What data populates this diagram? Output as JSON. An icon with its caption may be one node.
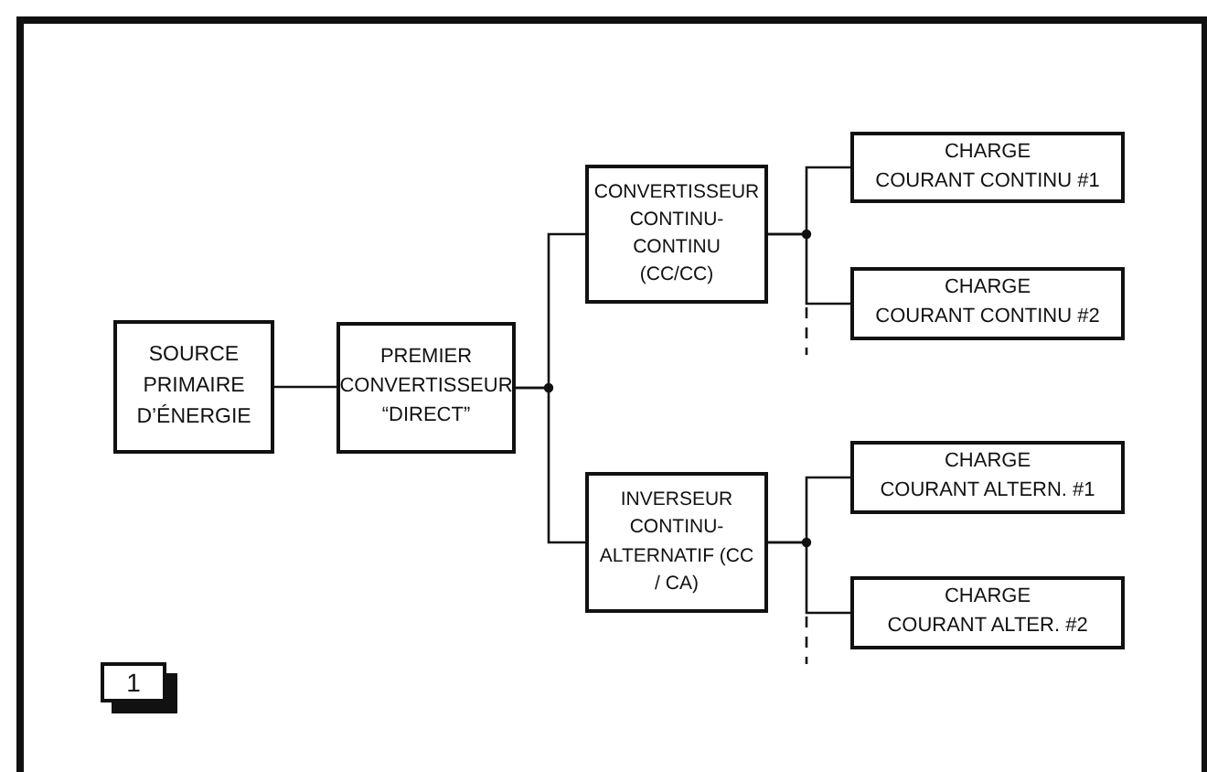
{
  "diagram": {
    "nodes": [
      {
        "text": [
          "SOURCE PRIMAIRE D’ÉNERGIE"
        ]
      },
      {
        "text": [
          "PREMIER CONVERTISSEUR “DIRECT”"
        ]
      },
      {
        "text": [
          "CONVERTISSEUR CONTINU- CONTINU (CC/CC)"
        ]
      },
      {
        "text": [
          "INVERSEUR CONTINU- ALTERNATIF (CC / CA)"
        ]
      },
      {
        "text": [
          "CHARGE",
          "COURANT CONTINU #1"
        ]
      },
      {
        "text": [
          "CHARGE",
          "COURANT CONTINU #2"
        ]
      },
      {
        "text": [
          "CHARGE",
          "COURANT ALTERN. #1"
        ]
      },
      {
        "text": [
          "CHARGE",
          "COURANT ALTER. #2"
        ]
      }
    ],
    "edges": [
      {
        "from": 0,
        "to": 1,
        "arrow": "none"
      },
      {
        "from": 1,
        "to": 2,
        "arrow": "none"
      },
      {
        "from": 1,
        "to": 3,
        "arrow": "none"
      },
      {
        "from": 2,
        "to": 4,
        "arrow": "none"
      },
      {
        "from": 2,
        "to": 5,
        "arrow": "none"
      },
      {
        "from": 3,
        "to": 6,
        "arrow": "none"
      },
      {
        "from": 3,
        "to": 7,
        "arrow": "none"
      }
    ],
    "labels": [
      "1"
    ]
  }
}
